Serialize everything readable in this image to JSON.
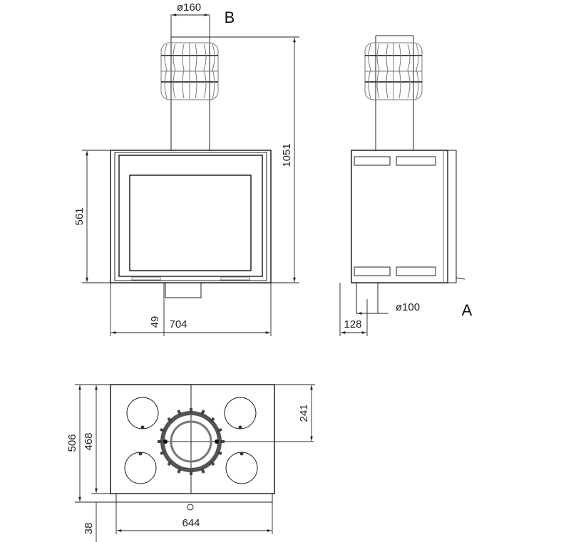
{
  "labels": {
    "view_b": "B",
    "view_a": "A"
  },
  "dimensions": {
    "flue_diameter_top": "ø160",
    "total_height": "1051",
    "body_height": "561",
    "spigot_offset": "49",
    "front_width": "704",
    "side_offset": "128",
    "bottom_spigot_diameter": "ø100",
    "top_depth_total": "506",
    "top_depth_body": "468",
    "flue_center_offset": "241",
    "base_plate": "38",
    "top_width": "644"
  }
}
